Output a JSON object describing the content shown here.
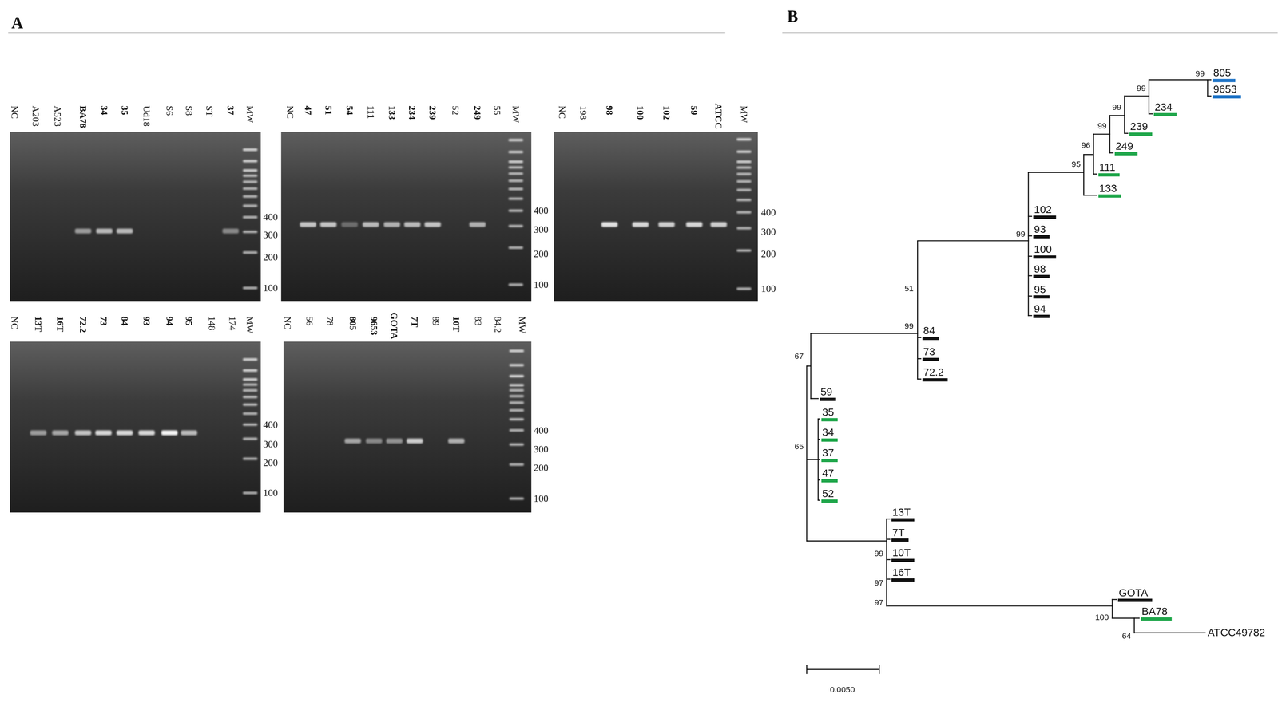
{
  "diagram": {
    "labels": [
      "A",
      "B",
      "NC",
      "A203",
      "A523",
      "BA78",
      "34",
      "35",
      "Ud18",
      "S6",
      "S8",
      "ST",
      "37",
      "MW",
      "400",
      "300",
      "200",
      "100",
      "NC",
      "47",
      "51",
      "54",
      "111",
      "133",
      "234",
      "239",
      "52",
      "249",
      "55",
      "MW",
      "400",
      "300",
      "200",
      "100",
      "NC",
      "198",
      "98",
      "100",
      "102",
      "59",
      "ATCC",
      "MW",
      "400",
      "300",
      "200",
      "100",
      "NC",
      "13T",
      "16T",
      "72.2",
      "73",
      "84",
      "93",
      "94",
      "95",
      "148",
      "174",
      "MW",
      "400",
      "300",
      "200",
      "100",
      "NC",
      "56",
      "78",
      "805",
      "9653",
      "GOTA",
      "7T",
      "89",
      "10T",
      "83",
      "84.2",
      "MW",
      "400",
      "300",
      "200",
      "100",
      "805",
      "9653",
      "234",
      "239",
      "249",
      "111",
      "133",
      "102",
      "93",
      "100",
      "98",
      "95",
      "94",
      "84",
      "73",
      "72.2",
      "59",
      "35",
      "34",
      "37",
      "47",
      "52",
      "13T",
      "7T",
      "10T",
      "16T",
      "GOTA",
      "BA78",
      "ATCC49782",
      "99",
      "99",
      "99",
      "99",
      "96",
      "95",
      "99",
      "51",
      "99",
      "67",
      "65",
      "99",
      "97",
      "97",
      "100",
      "64",
      "0.0050"
    ]
  }
}
